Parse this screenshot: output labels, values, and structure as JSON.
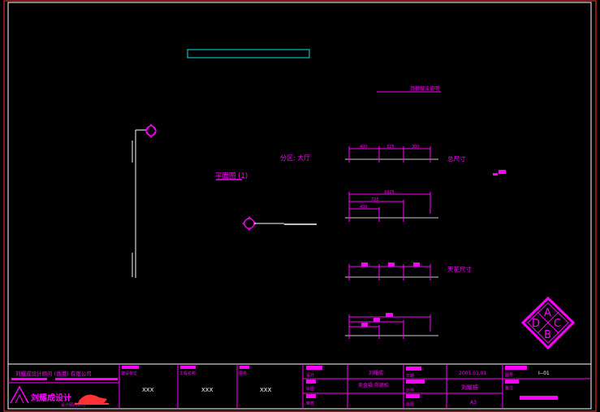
{
  "colors": {
    "background": "#000000",
    "frame": "#ffffff",
    "primary": "#ff00ff",
    "accent_cyan": "#00e5e5",
    "dim_line": "#cccccc",
    "frame_accent": "#ff3333"
  },
  "plan": {
    "note_top": "顶棚做法说明",
    "zone_label": "分区: 大厅",
    "plan_title": "平面图 (1)",
    "total_size_label": "总尺寸",
    "ceiling_size_label": "天花尺寸",
    "dim_row1": [
      "400",
      "325",
      "300"
    ],
    "dim_row2": [
      "1025",
      "725",
      "400"
    ]
  },
  "compass": {
    "top": "A",
    "left": "D",
    "right": "C",
    "bottom": "B"
  },
  "title_block": {
    "company": "刘耀成设计顾问 (香港) 有限公司",
    "logo_text": "刘耀成设计",
    "logo_sub": "设计顾问公司",
    "cells": [
      {
        "label": "建设单位",
        "value": "XXX"
      },
      {
        "label": "工程名称",
        "value": "XXX"
      },
      {
        "label": "图名",
        "value": "XXX"
      }
    ],
    "signoff_labels": [
      "设计",
      "绘图",
      "审核"
    ],
    "designer": "刘耀成",
    "reviewers": "吴金福  郑德松",
    "right_labels": [
      "日期",
      "比例",
      "出图"
    ],
    "date": "2005.01.01",
    "approver": "刘耀振",
    "size": "A3",
    "sheet_label": "图号",
    "sheet_no": "I--01",
    "remark_label": "备注"
  }
}
